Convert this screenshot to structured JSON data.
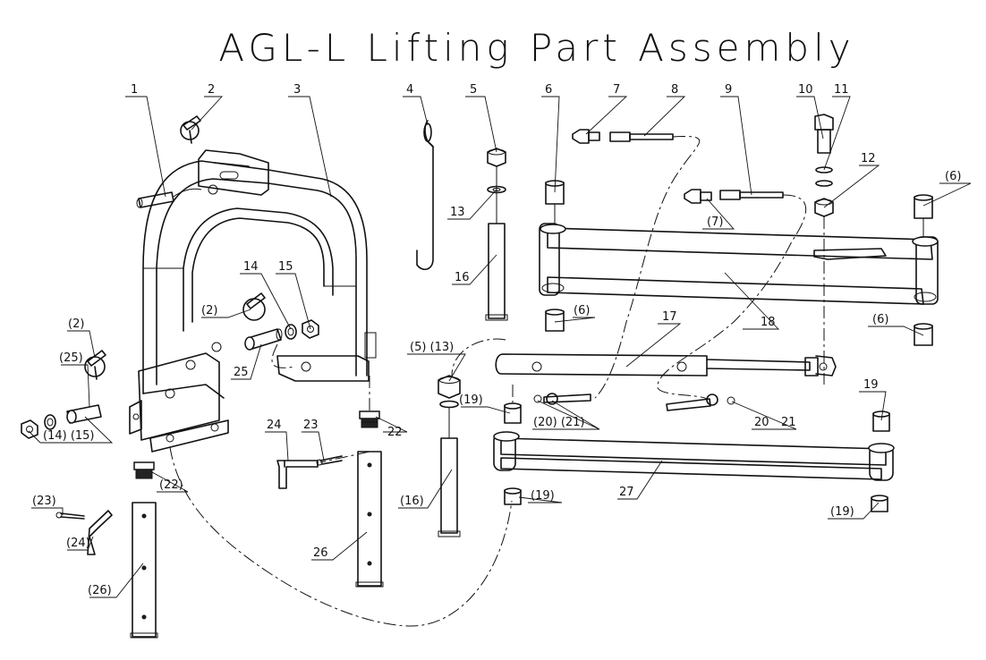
{
  "title": "AGL-L Lifting Part Assembly",
  "callouts": [
    {
      "id": "c1",
      "text": "1"
    },
    {
      "id": "c2",
      "text": "2"
    },
    {
      "id": "c3",
      "text": "3"
    },
    {
      "id": "c4",
      "text": "4"
    },
    {
      "id": "c5",
      "text": "5"
    },
    {
      "id": "c6",
      "text": "6"
    },
    {
      "id": "c7",
      "text": "7"
    },
    {
      "id": "c8",
      "text": "8"
    },
    {
      "id": "c9",
      "text": "9"
    },
    {
      "id": "c10",
      "text": "10"
    },
    {
      "id": "c11",
      "text": "11"
    },
    {
      "id": "c12",
      "text": "12"
    },
    {
      "id": "c6b",
      "text": "(6)"
    },
    {
      "id": "c13",
      "text": "13"
    },
    {
      "id": "c7b",
      "text": "(7)"
    },
    {
      "id": "c16",
      "text": "16"
    },
    {
      "id": "c14",
      "text": "14"
    },
    {
      "id": "c15",
      "text": "15"
    },
    {
      "id": "c2b",
      "text": "(2)"
    },
    {
      "id": "c18",
      "text": "18"
    },
    {
      "id": "c6c",
      "text": "(6)"
    },
    {
      "id": "c6d",
      "text": "(6)"
    },
    {
      "id": "c2c",
      "text": "(2)"
    },
    {
      "id": "c17",
      "text": "17"
    },
    {
      "id": "c25b",
      "text": "(25)"
    },
    {
      "id": "c5b13b",
      "text": "(5) (13)"
    },
    {
      "id": "c25",
      "text": "25"
    },
    {
      "id": "c19",
      "text": "19"
    },
    {
      "id": "c19b",
      "text": "(19)"
    },
    {
      "id": "c2021b",
      "text": "(20) (21)"
    },
    {
      "id": "c20",
      "text": "20"
    },
    {
      "id": "c21",
      "text": "21"
    },
    {
      "id": "c1415b",
      "text": "(14) (15)"
    },
    {
      "id": "c24",
      "text": "24"
    },
    {
      "id": "c23",
      "text": "23"
    },
    {
      "id": "c22",
      "text": "22"
    },
    {
      "id": "c22b",
      "text": "(22)"
    },
    {
      "id": "c23b",
      "text": "(23)"
    },
    {
      "id": "c27",
      "text": "27"
    },
    {
      "id": "c19c",
      "text": "(19)"
    },
    {
      "id": "c19d",
      "text": "(19)"
    },
    {
      "id": "c16b",
      "text": "(16)"
    },
    {
      "id": "c24b",
      "text": "(24)"
    },
    {
      "id": "c26",
      "text": "26"
    },
    {
      "id": "c26b",
      "text": "(26)"
    }
  ]
}
